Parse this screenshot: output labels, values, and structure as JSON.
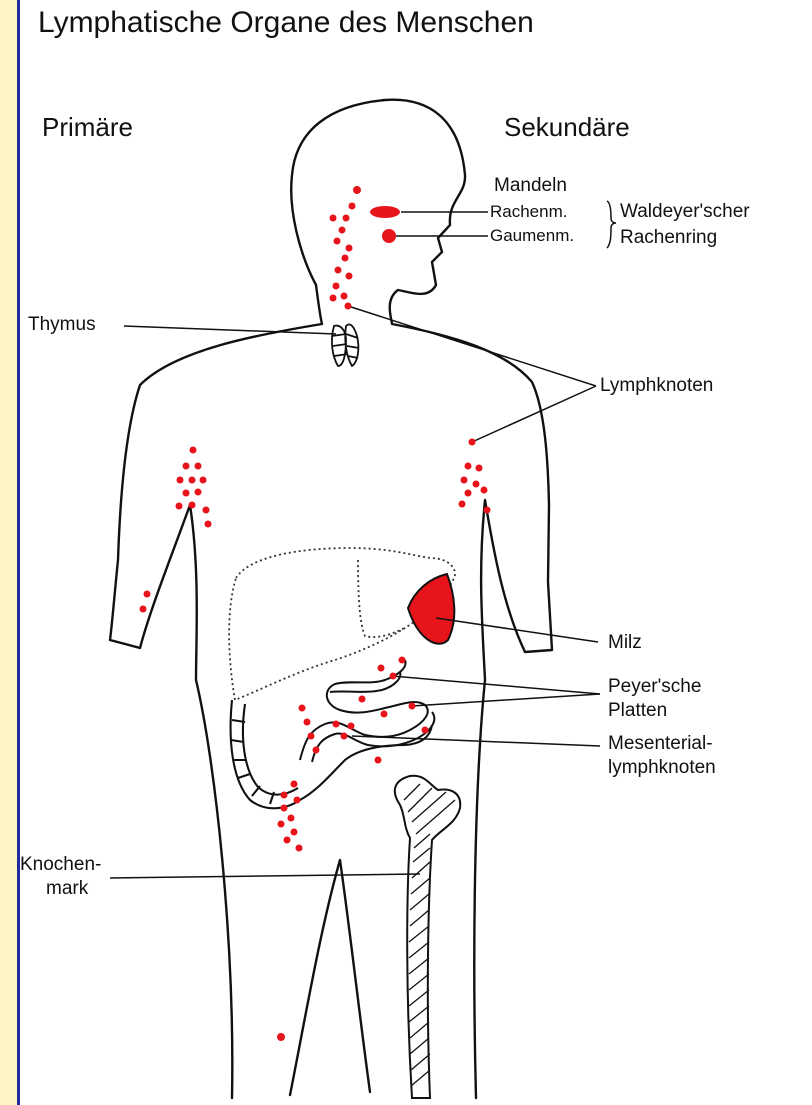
{
  "title": "Lymphatische Organe des Menschen",
  "headings": {
    "primary": "Primäre",
    "secondary": "Sekundäre"
  },
  "labels": {
    "mandeln": "Mandeln",
    "rachenm": "Rachenm.",
    "gaumenm": "Gaumenm.",
    "waldeyer": "Waldeyer'scher",
    "rachenring": "Rachenring",
    "thymus": "Thymus",
    "lymphknoten": "Lymphknoten",
    "milz": "Milz",
    "peyer_line1": "Peyer'sche",
    "peyer_line2": "Platten",
    "mesenterial_line1": "Mesenterial-",
    "mesenterial_line2": "lymphknoten",
    "knochen_line1": "Knochen-",
    "knochen_line2": "mark"
  },
  "colors": {
    "lymph_red": "#e8141b",
    "ink": "#111111",
    "frame_yellow": "#fdf3c4",
    "frame_blue": "#1f2b9a"
  }
}
